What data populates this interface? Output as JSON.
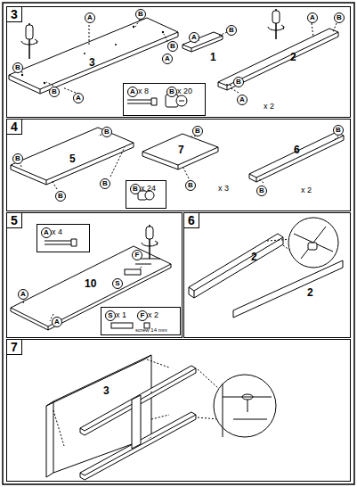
{
  "diagram": {
    "nodes": [
      {
        "text": [
          "3"
        ]
      },
      {
        "text": [
          "4"
        ]
      },
      {
        "text": [
          "5"
        ]
      },
      {
        "text": [
          "6"
        ]
      },
      {
        "text": [
          "7"
        ]
      },
      {
        "text": [
          "A",
          "x 8",
          "B",
          "x 20"
        ],
        "in": 0
      },
      {
        "text": [
          "B",
          "x 24"
        ],
        "in": 1
      },
      {
        "text": [
          "A",
          "x 4"
        ],
        "in": 2
      },
      {
        "text": [
          "S",
          "x 1",
          "F",
          "x 2",
          "screw 14 mm"
        ],
        "in": 2
      }
    ],
    "labels": [
      "3",
      "A",
      "B",
      "B",
      "A",
      "B",
      "B",
      "A",
      "1",
      "A",
      "B",
      "2",
      "A",
      "B",
      "B",
      "A",
      "x 2",
      "5",
      "B",
      "B",
      "B",
      "B",
      "7",
      "B",
      "B",
      "x 3",
      "6",
      "B",
      "B",
      "x 2",
      "10",
      "A",
      "A",
      "S",
      "F",
      "2",
      "2",
      "3"
    ]
  }
}
